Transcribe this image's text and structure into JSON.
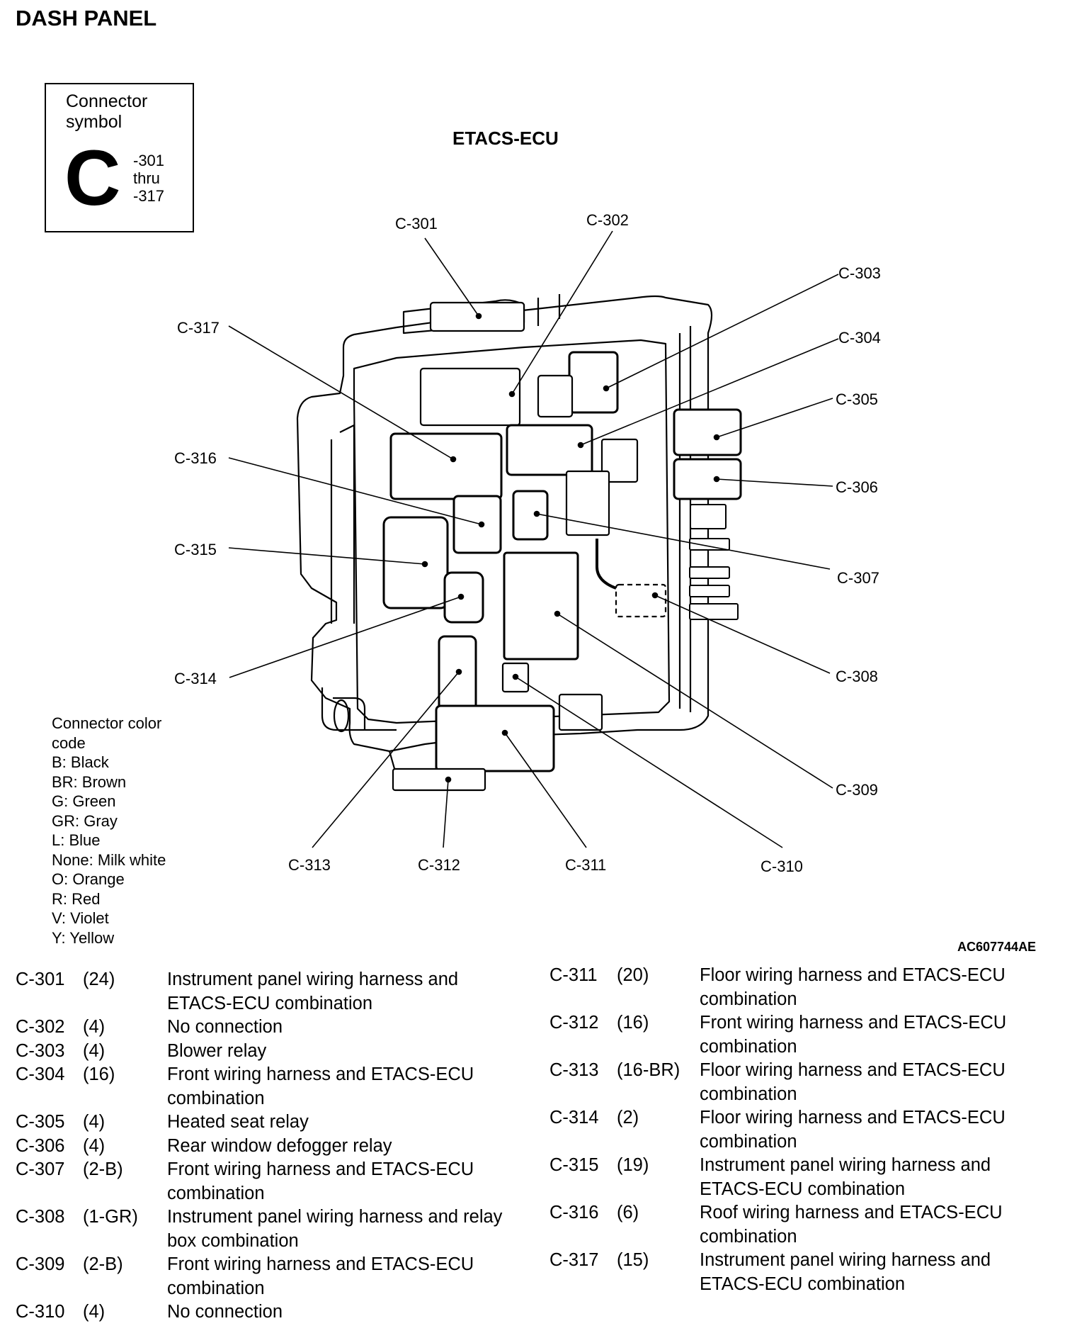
{
  "page_title": "DASH PANEL",
  "symbol_box": {
    "caption": "Connector symbol",
    "letter": "C",
    "range_line1": "-301",
    "range_line2": "thru",
    "range_line3": "-317"
  },
  "diagram_title": "ETACS-ECU",
  "callouts": [
    "C-301",
    "C-302",
    "C-303",
    "C-304",
    "C-305",
    "C-306",
    "C-307",
    "C-308",
    "C-309",
    "C-310",
    "C-311",
    "C-312",
    "C-313",
    "C-314",
    "C-315",
    "C-316",
    "C-317"
  ],
  "color_code": {
    "heading_line1": "Connector color",
    "heading_line2": "code",
    "entries": [
      "B: Black",
      "BR: Brown",
      "G: Green",
      "GR: Gray",
      "L: Blue",
      "None: Milk white",
      "O: Orange",
      "R: Red",
      "V: Violet",
      "Y: Yellow"
    ]
  },
  "figure_id": "AC607744AE",
  "legend_left": [
    {
      "id": "C-301",
      "pins": "(24)",
      "desc": "Instrument panel wiring harness and ETACS-ECU combination"
    },
    {
      "id": "C-302",
      "pins": "(4)",
      "desc": "No connection"
    },
    {
      "id": "C-303",
      "pins": "(4)",
      "desc": "Blower relay"
    },
    {
      "id": "C-304",
      "pins": "(16)",
      "desc": "Front wiring harness and ETACS-ECU combination"
    },
    {
      "id": "C-305",
      "pins": "(4)",
      "desc": "Heated seat relay"
    },
    {
      "id": "C-306",
      "pins": "(4)",
      "desc": "Rear window defogger relay"
    },
    {
      "id": "C-307",
      "pins": "(2-B)",
      "desc": "Front wiring harness and ETACS-ECU combination"
    },
    {
      "id": "C-308",
      "pins": "(1-GR)",
      "desc": "Instrument panel wiring harness and relay box combination"
    },
    {
      "id": "C-309",
      "pins": "(2-B)",
      "desc": "Front wiring harness and ETACS-ECU combination"
    },
    {
      "id": "C-310",
      "pins": "(4)",
      "desc": "No connection"
    }
  ],
  "legend_right": [
    {
      "id": "C-311",
      "pins": "(20)",
      "desc": "Floor wiring harness and ETACS-ECU combination"
    },
    {
      "id": "C-312",
      "pins": "(16)",
      "desc": "Front wiring harness and ETACS-ECU combination"
    },
    {
      "id": "C-313",
      "pins": "(16-BR)",
      "desc": "Floor wiring harness and ETACS-ECU combination"
    },
    {
      "id": "C-314",
      "pins": "(2)",
      "desc": "Floor wiring harness and ETACS-ECU combination"
    },
    {
      "id": "C-315",
      "pins": "(19)",
      "desc": "Instrument panel wiring harness and ETACS-ECU combination"
    },
    {
      "id": "C-316",
      "pins": "(6)",
      "desc": "Roof wiring harness and ETACS-ECU combination"
    },
    {
      "id": "C-317",
      "pins": "(15)",
      "desc": "Instrument panel wiring harness and ETACS-ECU combination"
    }
  ]
}
